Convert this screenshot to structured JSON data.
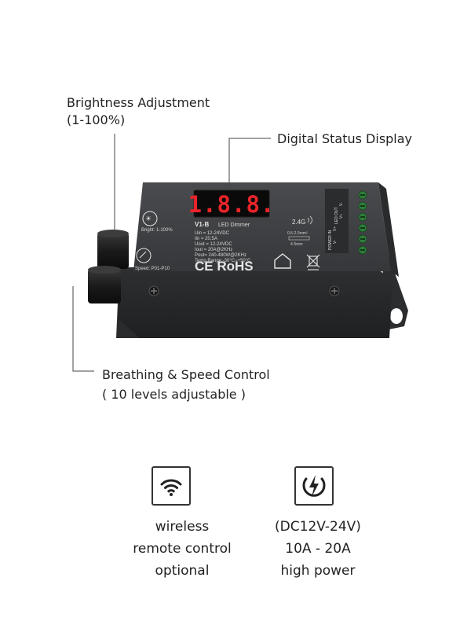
{
  "callouts": {
    "brightness": {
      "line1": "Brightness Adjustment",
      "line2": "(1-100%)"
    },
    "display": {
      "text": "Digital Status Display"
    },
    "speed": {
      "line1": "Breathing & Speed Control",
      "line2": "( 10 levels adjustable )"
    }
  },
  "device": {
    "display_digits": "1.8.8.",
    "model": "V1-B",
    "product": "LED Dimmer",
    "wireless": "2.4G",
    "wire_gauge": "0.5-2.0mm²",
    "strip_length": "4-5mm",
    "specs": [
      "Uin  = 12-24VDC",
      "Iin  = 20.5A",
      "Uout = 12-24VDC",
      "Iout = 20A@2KHz",
      "Pout= 240-480W@2KHz",
      "Temp Range:-30°C~+50°C"
    ],
    "knob_bright_label": "Bright: 1-100%",
    "knob_speed_label": "Speed: P01-P10",
    "cert": "CE RoHS",
    "terminal_labels": [
      "LED OUT",
      "POWER IN"
    ],
    "terminal_pins": [
      "V-",
      "V+",
      "V+",
      "V-"
    ]
  },
  "features": [
    {
      "icon": "wifi-icon",
      "lines": [
        "wireless",
        "remote control",
        "optional"
      ]
    },
    {
      "icon": "power-bolt-icon",
      "lines": [
        "(DC12V-24V)",
        "10A - 20A",
        "high power"
      ]
    }
  ],
  "colors": {
    "housing": "#3a3b3d",
    "housing_dark": "#262728",
    "led_red": "#e8242a",
    "terminal_green": "#2f7d3a"
  }
}
